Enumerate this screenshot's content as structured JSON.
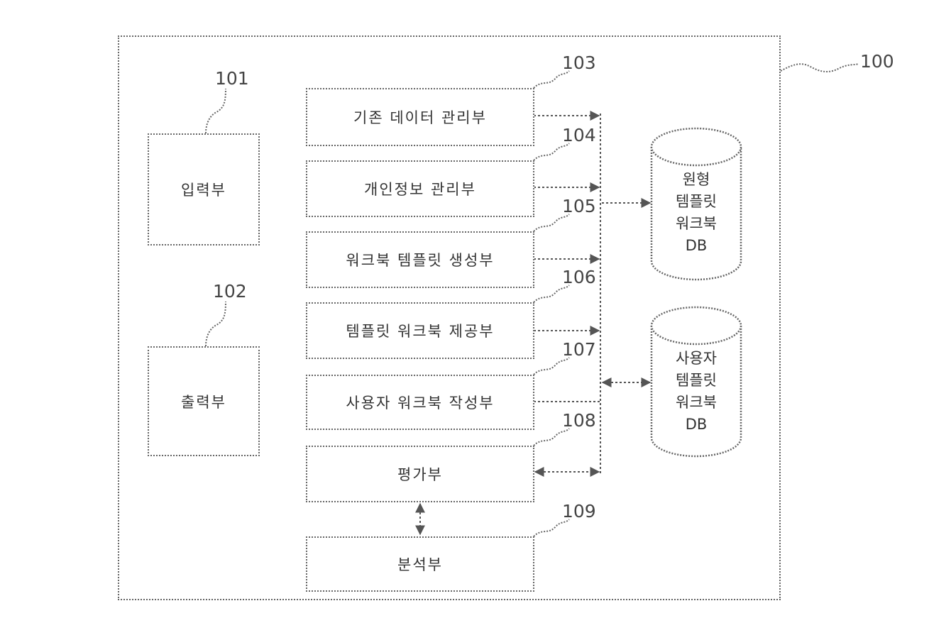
{
  "system": {
    "ref": "100"
  },
  "input_unit": {
    "ref": "101",
    "label": "입력부"
  },
  "output_unit": {
    "ref": "102",
    "label": "출력부"
  },
  "modules": [
    {
      "ref": "103",
      "label": "기존 데이터 관리부"
    },
    {
      "ref": "104",
      "label": "개인정보 관리부"
    },
    {
      "ref": "105",
      "label": "워크북 템플릿 생성부"
    },
    {
      "ref": "106",
      "label": "템플릿 워크북 제공부"
    },
    {
      "ref": "107",
      "label": "사용자 워크북 작성부"
    },
    {
      "ref": "108",
      "label": "평가부"
    },
    {
      "ref": "109",
      "label": "분석부"
    }
  ],
  "databases": [
    {
      "lines": [
        "원형",
        "템플릿",
        "워크북",
        "DB"
      ]
    },
    {
      "lines": [
        "사용자",
        "템플릿",
        "워크북",
        "DB"
      ]
    }
  ]
}
